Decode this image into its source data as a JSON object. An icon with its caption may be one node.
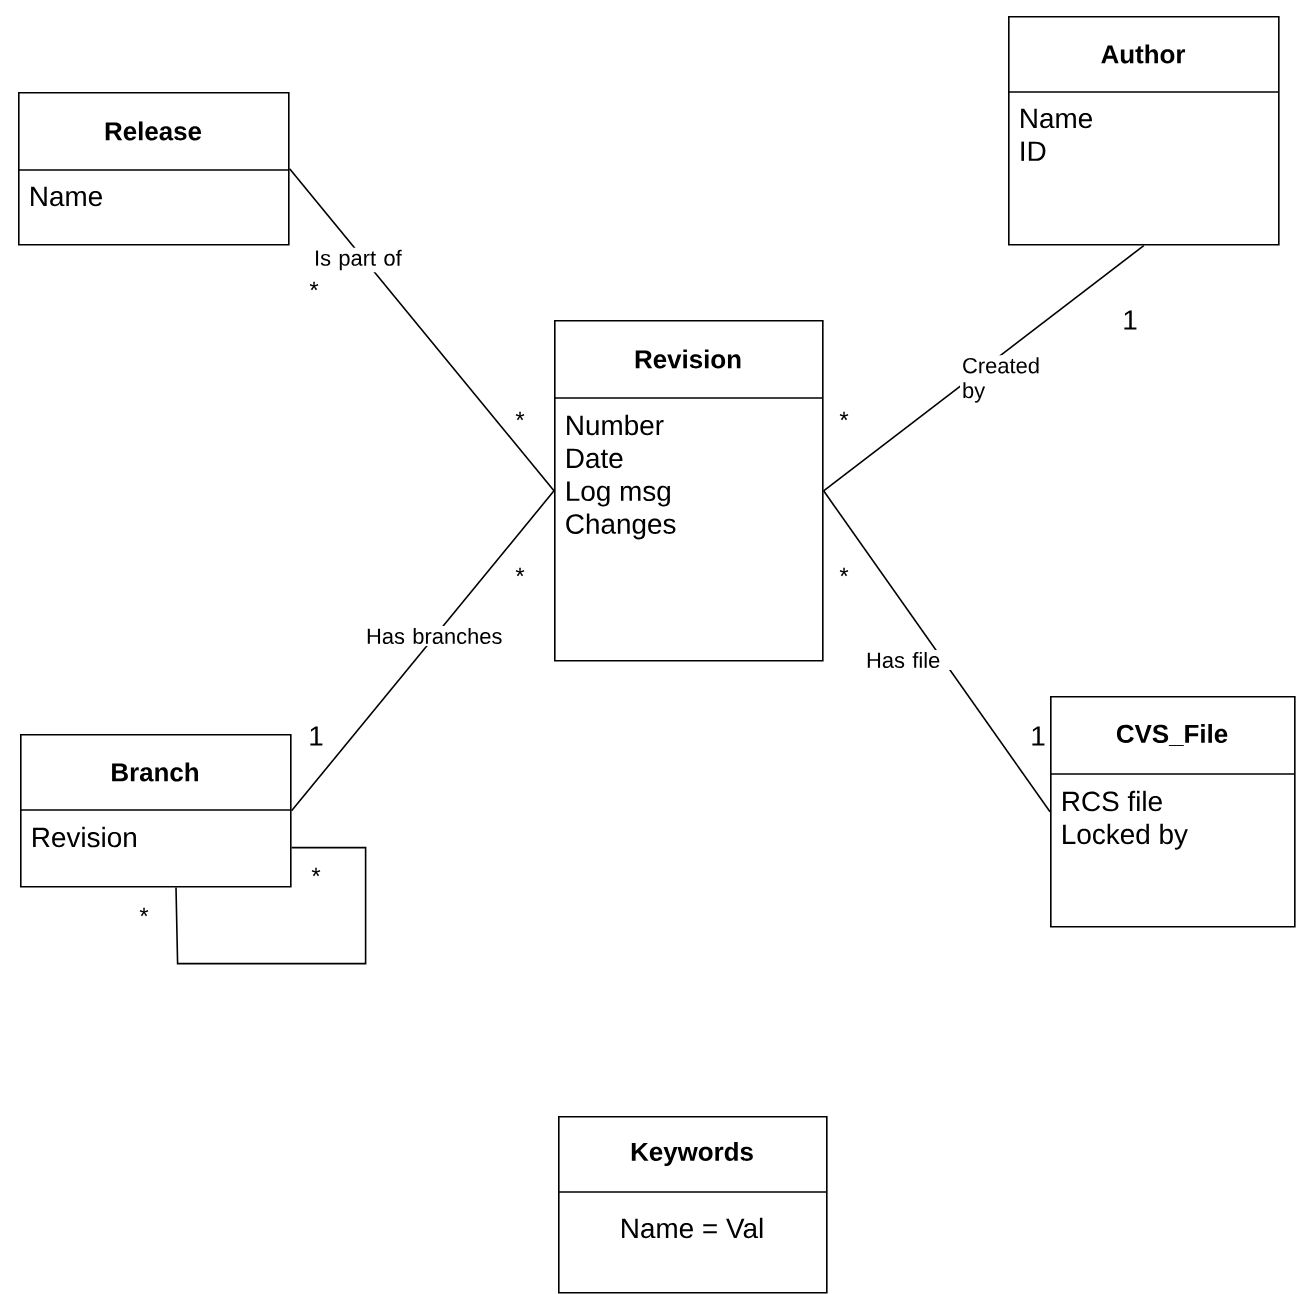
{
  "diagram": {
    "nodes": [
      {
        "text": [
          "Release",
          "Name"
        ]
      },
      {
        "text": [
          "Author",
          "Name",
          "ID"
        ]
      },
      {
        "text": [
          "Revision",
          "Number",
          "Date",
          "Log msg",
          "Changes"
        ]
      },
      {
        "text": [
          "Branch",
          "Revision"
        ]
      },
      {
        "text": [
          "CVS_File",
          "RCS file",
          "Locked by"
        ]
      },
      {
        "text": [
          "Keywords",
          "Name = Val"
        ]
      }
    ],
    "edges": [
      {
        "from": 0,
        "to": 2,
        "arrow": "none",
        "label": "Is part of"
      },
      {
        "from": 2,
        "to": 1,
        "arrow": "none",
        "label": "Created by"
      },
      {
        "from": 3,
        "to": 2,
        "arrow": "none",
        "label": "Has branches"
      },
      {
        "from": 2,
        "to": 4,
        "arrow": "none",
        "label": "Has file"
      },
      {
        "from": 3,
        "to": 3,
        "arrow": "none"
      }
    ],
    "labels": [
      "*",
      "1",
      "*",
      "*",
      "*",
      "*",
      "1",
      "1",
      "*",
      "*"
    ]
  }
}
